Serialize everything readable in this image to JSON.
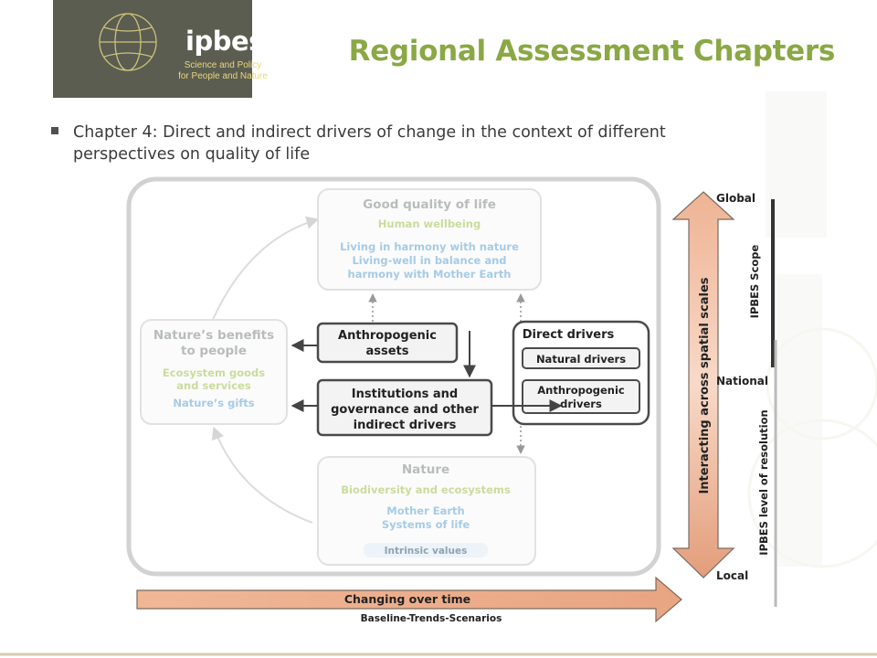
{
  "logo": {
    "wordmark": "ipbes",
    "tagline_1": "Science and Policy",
    "tagline_2": "for People and Nature"
  },
  "title": "Regional Assessment Chapters",
  "bullet": {
    "line1": "Chapter 4: Direct and indirect drivers of change in the context of different",
    "line2": "perspectives on quality of life"
  },
  "diagram": {
    "good_quality": {
      "title": "Good quality of life",
      "lines": [
        "Human wellbeing",
        "Living in harmony with nature",
        "Living-well in balance and",
        "harmony with Mother Earth"
      ]
    },
    "natures_benefits": {
      "title_1": "Nature’s benefits",
      "title_2": "to people",
      "lines": [
        "Ecosystem goods",
        "and services",
        "Nature’s gifts"
      ]
    },
    "nature": {
      "title": "Nature",
      "lines": [
        "Biodiversity and ecosystems",
        "Mother Earth",
        "Systems of life"
      ],
      "intrinsic": "Intrinsic values"
    },
    "anthropogenic_assets": [
      "Anthropogenic",
      "assets"
    ],
    "institutions": [
      "Institutions and",
      "governance and other",
      "indirect drivers"
    ],
    "direct_drivers": {
      "title": "Direct drivers",
      "natural": "Natural drivers",
      "anthropogenic": [
        "Anthropogenic",
        "drivers"
      ]
    },
    "scale": {
      "global": "Global",
      "national": "National",
      "local": "Local",
      "arrow_label": "Interacting across spatial scales",
      "scope": "IPBES Scope",
      "resolution": "IPBES level of resolution"
    },
    "time": {
      "label": "Changing over time",
      "sub": "Baseline-Trends-Scenarios"
    }
  },
  "colors": {
    "title_green": "#8aa844",
    "logo_bg": "#5c5d51",
    "logo_tagline": "#e6d77b",
    "faded_title": "#b9bcbd",
    "faded_green": "#c9dc9c",
    "faded_blue": "#a6cbe6",
    "arrow_orange": "#e9a582"
  }
}
